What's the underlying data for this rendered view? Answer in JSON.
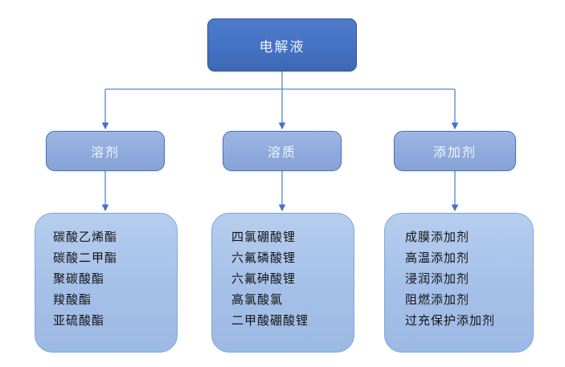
{
  "diagram": {
    "type": "tree-flowchart",
    "title_node": {
      "label": "电解液"
    },
    "colors": {
      "root_fill": "#4472c4",
      "root_border": "#2f5597",
      "mid_fill": "#8faadc",
      "mid_border": "#4472c4",
      "list_fill": "#a7c2e9",
      "list_border": "#7fa6dd",
      "connector": "#5b86c8",
      "root_text": "#eaf0fb",
      "mid_text": "#f2f6fd",
      "list_text": "#141414",
      "background": "#ffffff"
    },
    "branches": [
      {
        "key": "solvent",
        "label": "溶剂",
        "items": [
          "碳酸乙烯酯",
          "碳酸二甲酯",
          "聚碳酸酯",
          "羧酸酯",
          "亚硫酸酯"
        ]
      },
      {
        "key": "solute",
        "label": "溶质",
        "items": [
          "四氯硼酸锂",
          "六氟磷酸锂",
          "六氟砷酸锂",
          "高氯酸氯",
          "二甲酸硼酸锂"
        ]
      },
      {
        "key": "additive",
        "label": "添加剂",
        "items": [
          "成膜添加剂",
          "高温添加剂",
          "浸润添加剂",
          "阻燃添加剂",
          "过充保护添加剂"
        ]
      }
    ]
  }
}
